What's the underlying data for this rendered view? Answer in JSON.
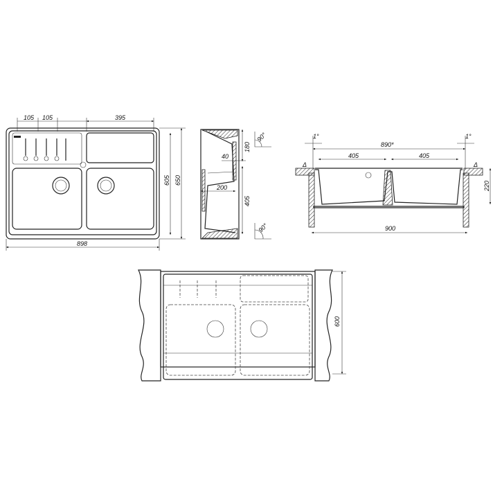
{
  "plan_view": {
    "dims": {
      "slot_1": "105",
      "slot_2": "105",
      "drainer_width": "395",
      "overall_width": "898",
      "inner_depth": "605",
      "overall_depth": "650"
    }
  },
  "side_section": {
    "dims": {
      "rim_height": "180",
      "rim_thickness": "40",
      "bowl_width": "200",
      "bowl_depth": "405",
      "angle_top": "90°",
      "angle_bottom": "90°"
    }
  },
  "front_section": {
    "dims": {
      "draft_left": "1°",
      "draft_right": "1°",
      "cutout_width": "890*",
      "bowl_left": "405",
      "bowl_right": "405",
      "height": "220",
      "cabinet_width": "900",
      "gap_left": "Δ",
      "gap_right": "Δ"
    }
  },
  "install_view": {
    "dims": {
      "cabinet_depth": "600"
    }
  }
}
